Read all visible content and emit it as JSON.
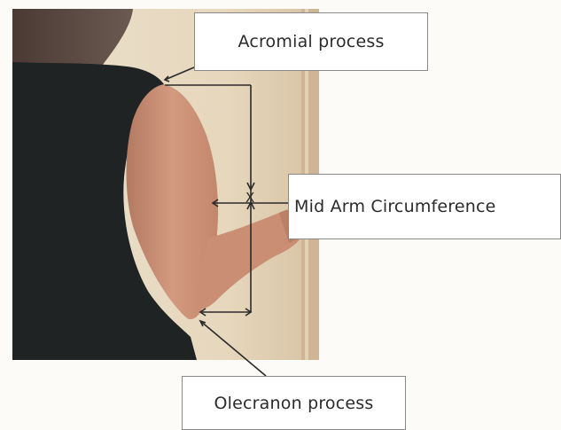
{
  "labels": {
    "acromial": "Acromial process",
    "mid_arm": "Mid Arm Circumference",
    "olecranon": "Olecranon process"
  },
  "marker": "X",
  "colors": {
    "background": "#fdfbf7",
    "wall": "#e9dcc6",
    "shirt": "#1f2222",
    "skin": "#c98e74",
    "line": "#2a2a2a",
    "box_border": "#8a8a8a"
  }
}
